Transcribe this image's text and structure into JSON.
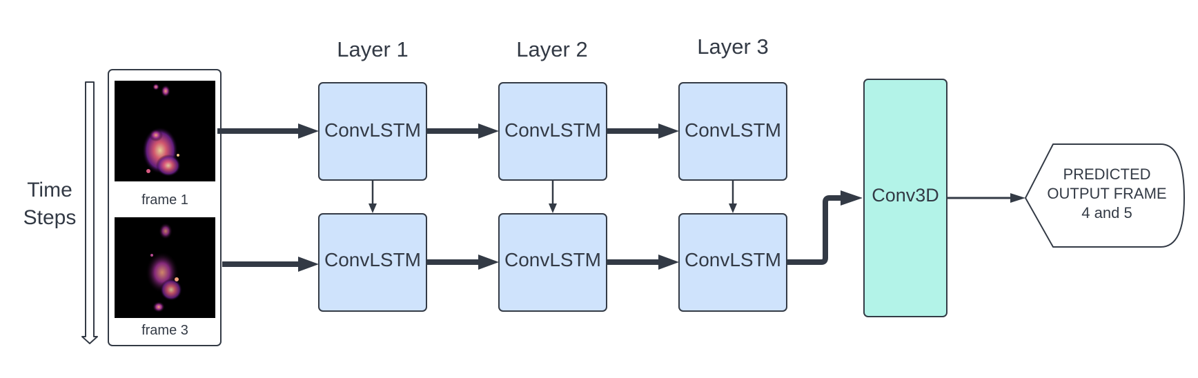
{
  "time_axis": {
    "label_line1": "Time",
    "label_line2": "Steps"
  },
  "frames": [
    {
      "label": "frame 1"
    },
    {
      "label": "frame 3"
    }
  ],
  "layers": [
    {
      "title": "Layer 1"
    },
    {
      "title": "Layer 2"
    },
    {
      "title": "Layer 3"
    }
  ],
  "cell_label": "ConvLSTM",
  "conv3d": {
    "label": "Conv3D"
  },
  "output": {
    "line1": "PREDICTED",
    "line2": "OUTPUT FRAME",
    "line3": "4 and 5"
  },
  "colors": {
    "cell_fill": "#cfe3fc",
    "conv3d_fill": "#b3f3e8",
    "stroke": "#333a45",
    "frame_bg": "#000000"
  }
}
